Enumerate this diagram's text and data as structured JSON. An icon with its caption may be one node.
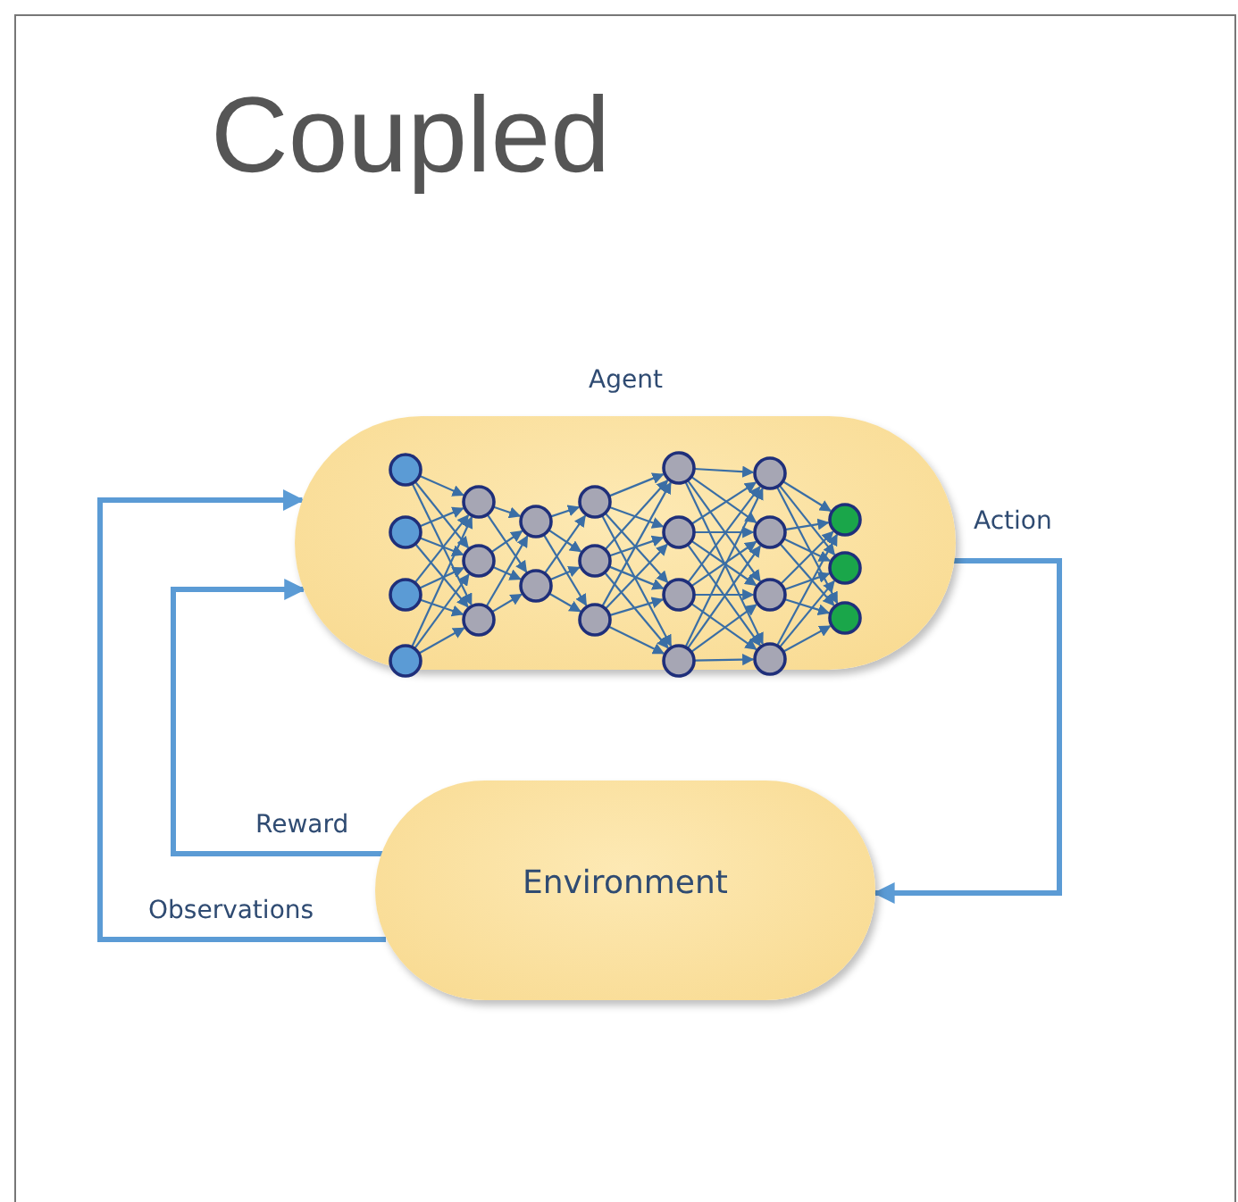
{
  "diagram": {
    "title": "Coupled",
    "nodes": [
      {
        "text": [
          "Agent"
        ]
      },
      {
        "text": [
          "Environment"
        ]
      }
    ],
    "edges": [
      {
        "from": 0,
        "to": 1,
        "arrow": "to",
        "label": "Action"
      },
      {
        "from": 1,
        "to": 0,
        "arrow": "to",
        "label": "Reward"
      },
      {
        "from": 1,
        "to": 0,
        "arrow": "to",
        "label": "Observations"
      }
    ]
  }
}
